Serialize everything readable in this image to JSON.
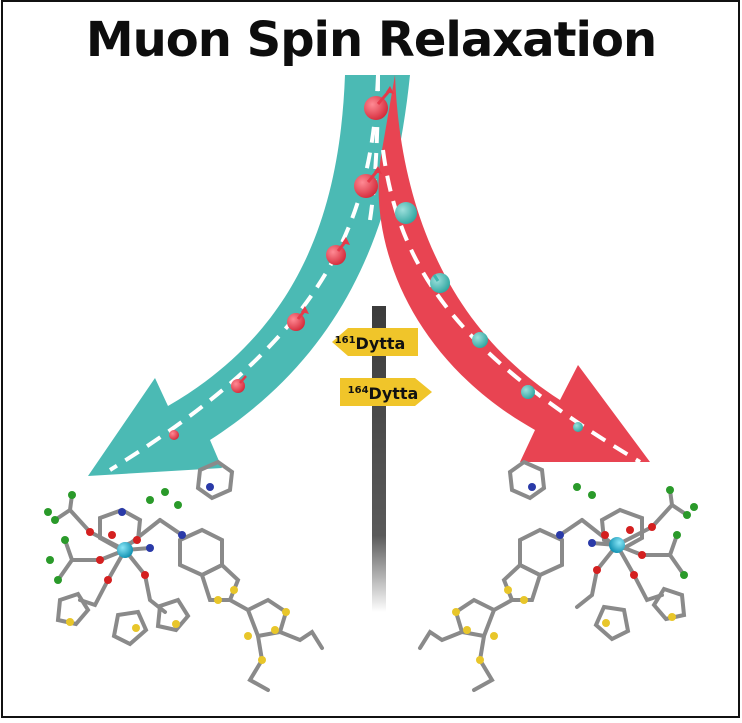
{
  "title": "Muon Spin Relaxation",
  "signs": [
    {
      "mass": "161",
      "name": "Dytta",
      "direction": "left"
    },
    {
      "mass": "164",
      "name": "Dytta",
      "direction": "right"
    }
  ],
  "colors": {
    "teal": "#4bbab4",
    "red": "#e84452",
    "muon_red": "#e53a4a",
    "muon_teal": "#3fb7b0",
    "sign": "#f0c52a",
    "pole": "#3c3c3c",
    "atom_gray": "#8a8a8a",
    "atom_red": "#d42020",
    "atom_blue": "#2a3aa8",
    "atom_green": "#2a9a2a",
    "atom_yellow": "#e8c62a",
    "atom_cyan": "#20a8c8"
  }
}
